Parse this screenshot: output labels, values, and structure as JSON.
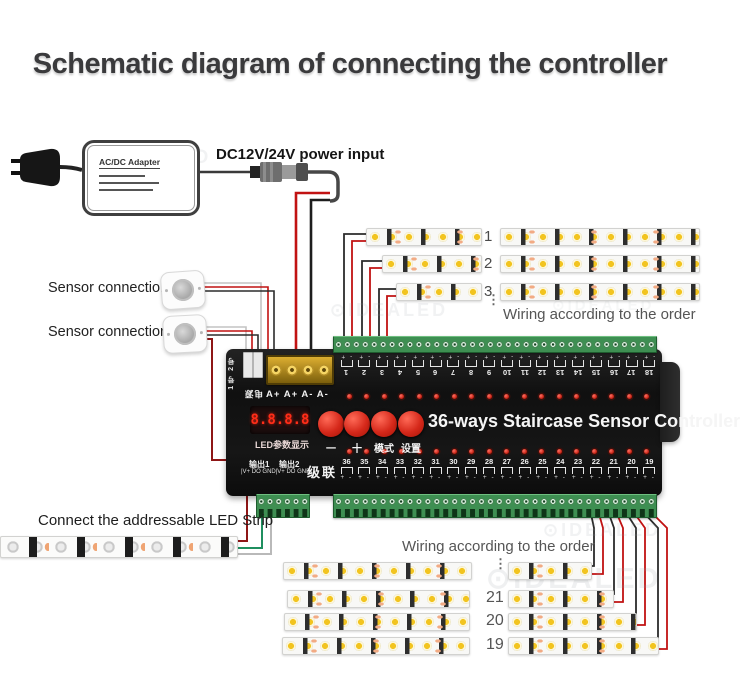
{
  "title": "Schematic diagram of connecting the controller",
  "watermark": "⊙IDEALED",
  "power": {
    "adapter_label": "AC/DC Adapter",
    "input_label": "DC12V/24V power input"
  },
  "sensors": {
    "sensor2_label": "Sensor connection 2",
    "sensor1_label": "Sensor connection 1",
    "port_labels": "1号 2号"
  },
  "controller": {
    "name": "36-ways Staircase Sensor Controller",
    "display_value": "8.8.8.8",
    "display_label": "LED参数显示",
    "buttons": [
      "一",
      "十",
      "模式",
      "设置"
    ],
    "power_terminal_label": "电源",
    "power_terminal_marks": "A+ A+ A- A-",
    "polarity_top": "- +",
    "polarity_bottom": "+ -",
    "top_channels": [
      1,
      2,
      3,
      4,
      5,
      6,
      7,
      8,
      9,
      10,
      11,
      12,
      13,
      14,
      15,
      16,
      17,
      18
    ],
    "bottom_channels": [
      36,
      35,
      34,
      33,
      32,
      31,
      30,
      29,
      28,
      27,
      26,
      25,
      24,
      23,
      22,
      21,
      20,
      19
    ],
    "output1_label": "输出1",
    "output2_label": "输出2",
    "output_pins": "|V+ DO GND|V+ DO GND|",
    "cascade_label": "级联"
  },
  "top_strip_group": {
    "numbers": [
      "1",
      "2",
      "3"
    ],
    "ellipsis": "⋮",
    "wiring_note": "Wiring according to the order"
  },
  "bottom_strip_group": {
    "numbers": [
      "21",
      "20",
      "19"
    ],
    "ellipsis": "⋮",
    "wiring_note": "Wiring according to the order"
  },
  "addressable": {
    "label": "Connect the addressable LED Strip"
  },
  "colors": {
    "wire_red": "#c11212",
    "wire_dark_red": "#8e1616",
    "wire_black": "#2b2b2b",
    "wire_green": "#1f8f5f",
    "wire_gray": "#b9b9b9",
    "accent_red": "#d5281a",
    "terminal_green": "#3e8f52",
    "power_block_gold": "#c79a1e",
    "controller_body": "#141414"
  }
}
